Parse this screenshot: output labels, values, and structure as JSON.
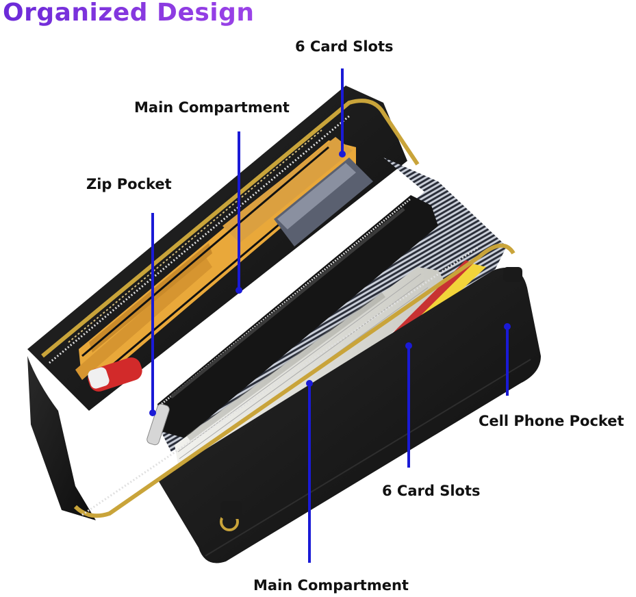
{
  "title": "Organized Design",
  "colors": {
    "title_gradient": [
      "#6b2ad8",
      "#9b42e8"
    ],
    "callout_line": "#1a1ad6",
    "wallet_black": "#1a1a1a",
    "zipper_gold": "#c9a43a",
    "card_orange": "#e9a83a"
  },
  "callouts": {
    "card_slots_top": "6 Card Slots",
    "main_compartment_top": "Main Compartment",
    "zip_pocket": "Zip Pocket",
    "cell_phone_pocket": "Cell Phone Pocket",
    "card_slots_bottom": "6 Card Slots",
    "main_compartment_bottom": "Main Compartment"
  }
}
